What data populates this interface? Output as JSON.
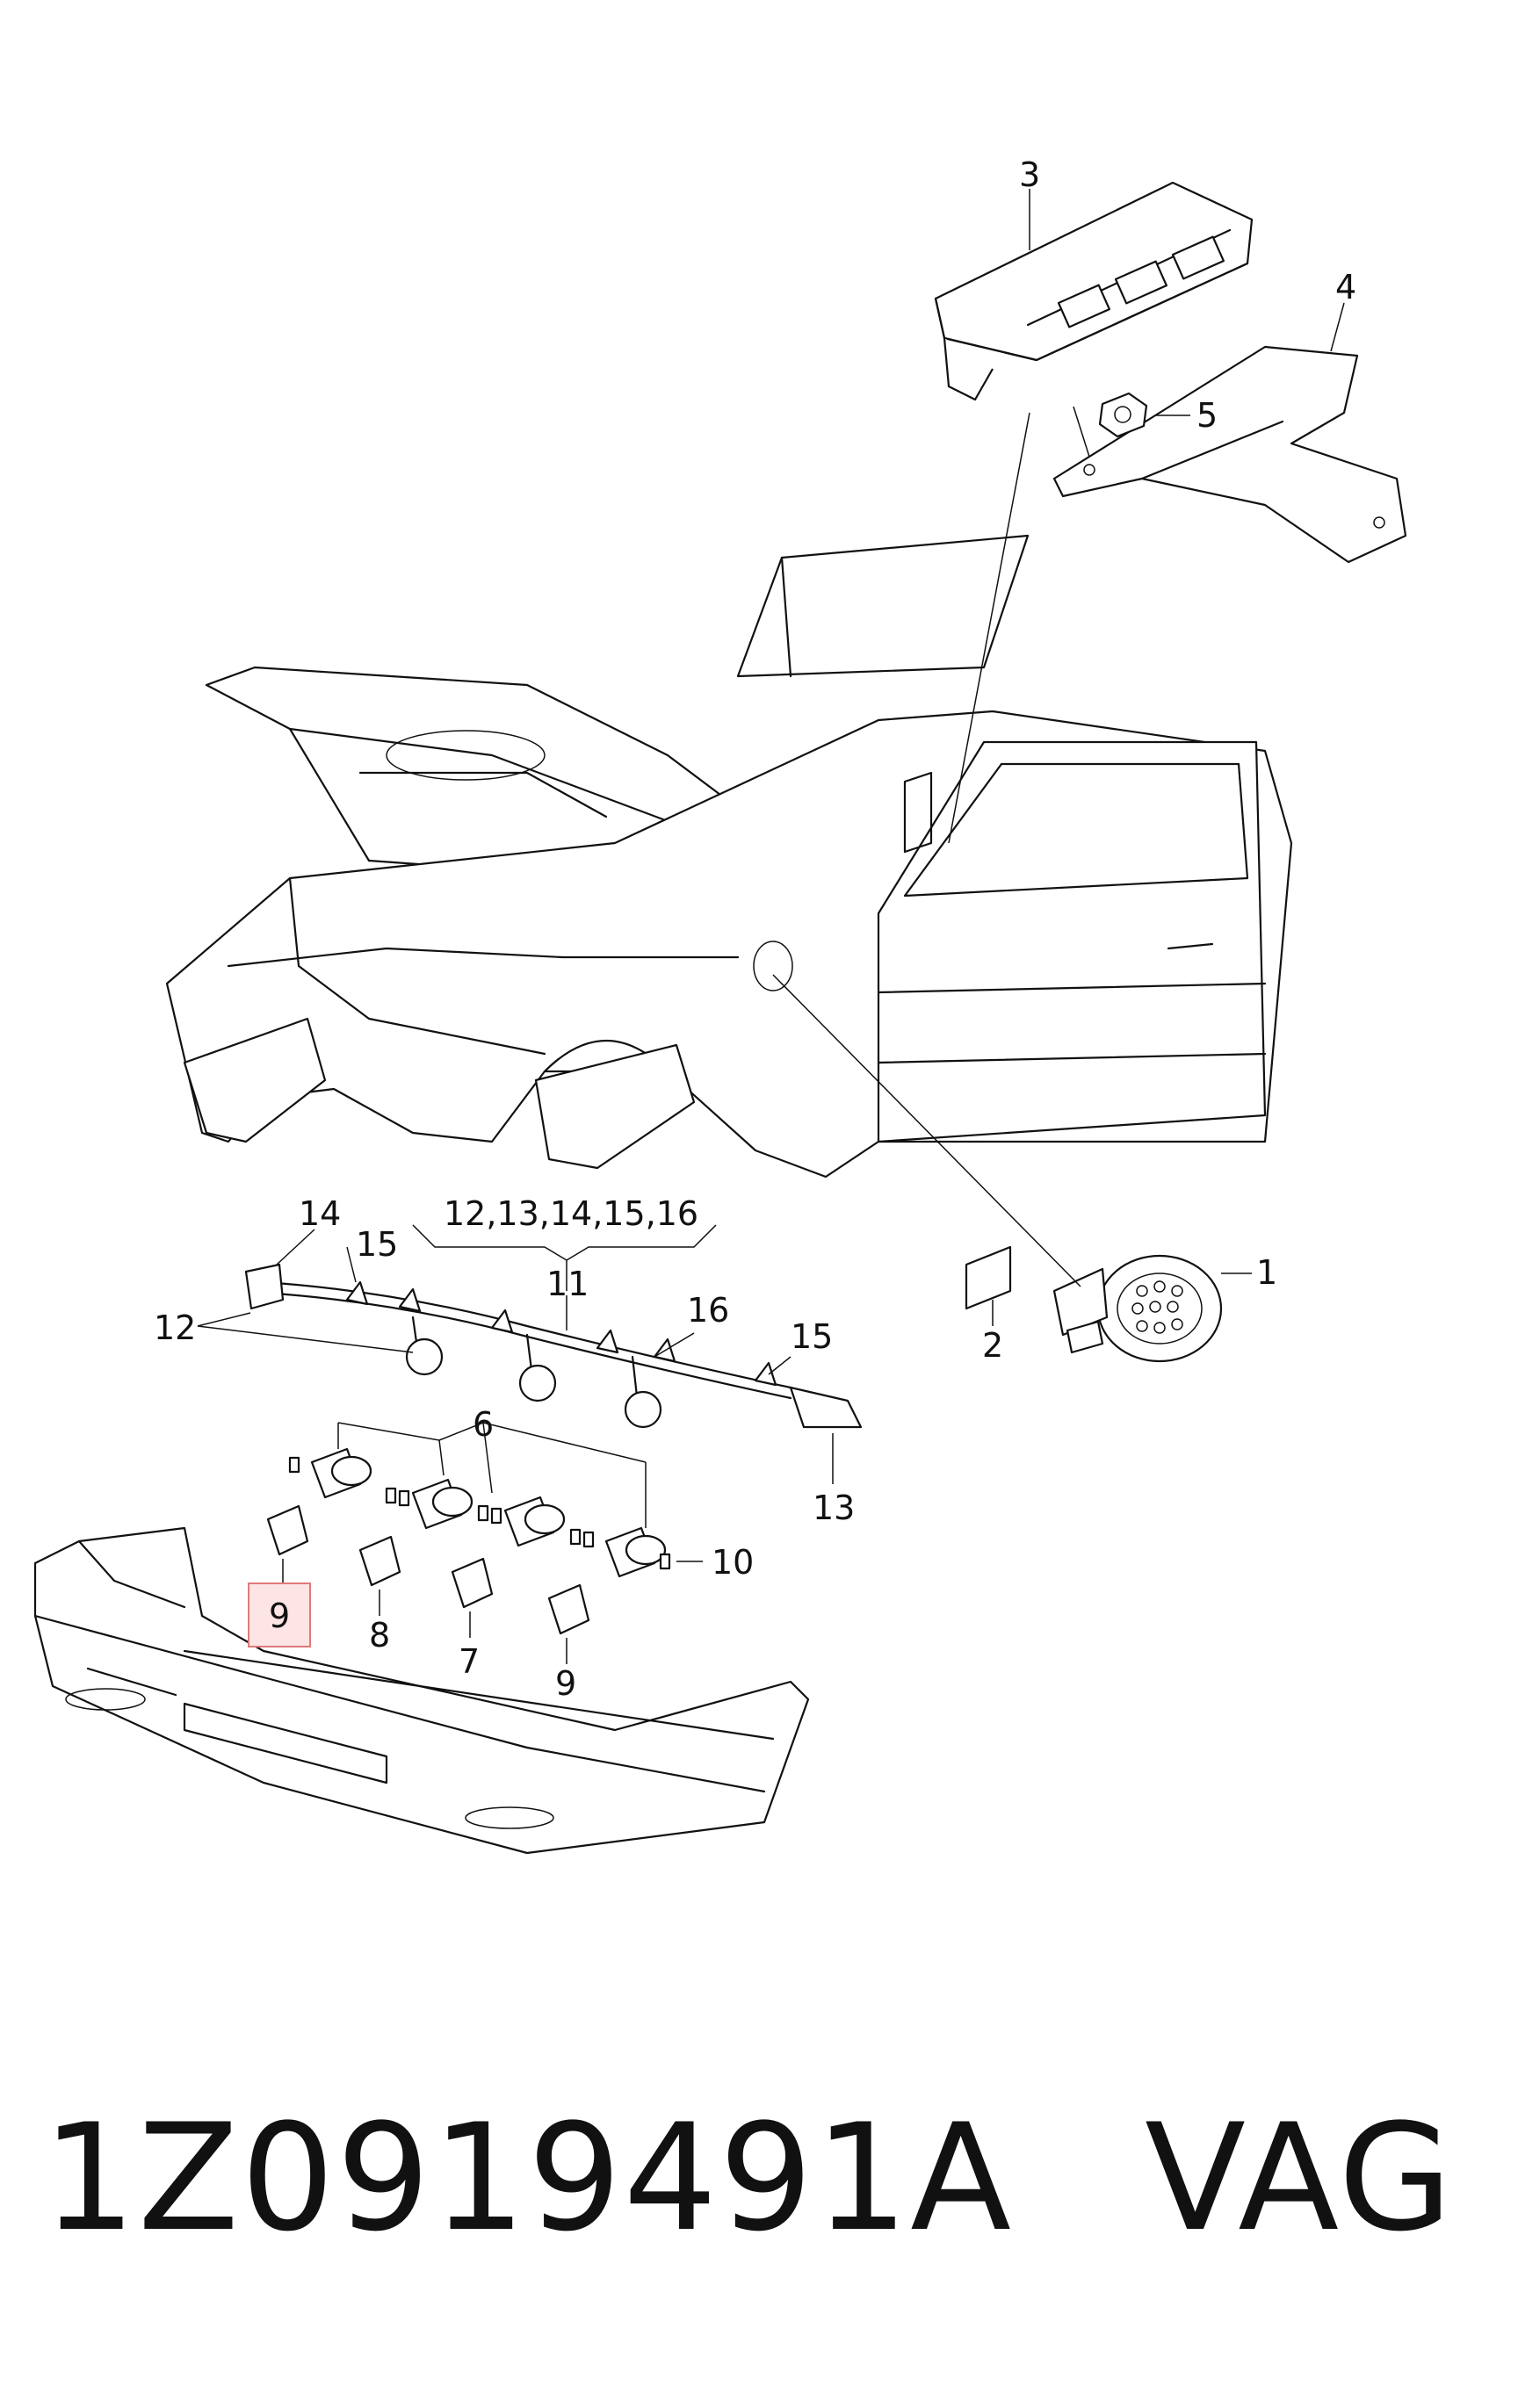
{
  "labels": {
    "l1": "1",
    "l2": "2",
    "l3": "3",
    "l4": "4",
    "l5": "5",
    "l6": "6",
    "l7": "7",
    "l8": "8",
    "l9a": "9",
    "l9b": "9",
    "l10": "10",
    "l11": "11",
    "l12": "12",
    "l13": "13",
    "l14": "14",
    "l15a": "15",
    "l15b": "15",
    "l16": "16",
    "group": "12,13,14,15,16"
  },
  "highlight_color": "#e07a7a",
  "footer": {
    "part_number": "1Z0919491A",
    "brand": "VAG"
  }
}
